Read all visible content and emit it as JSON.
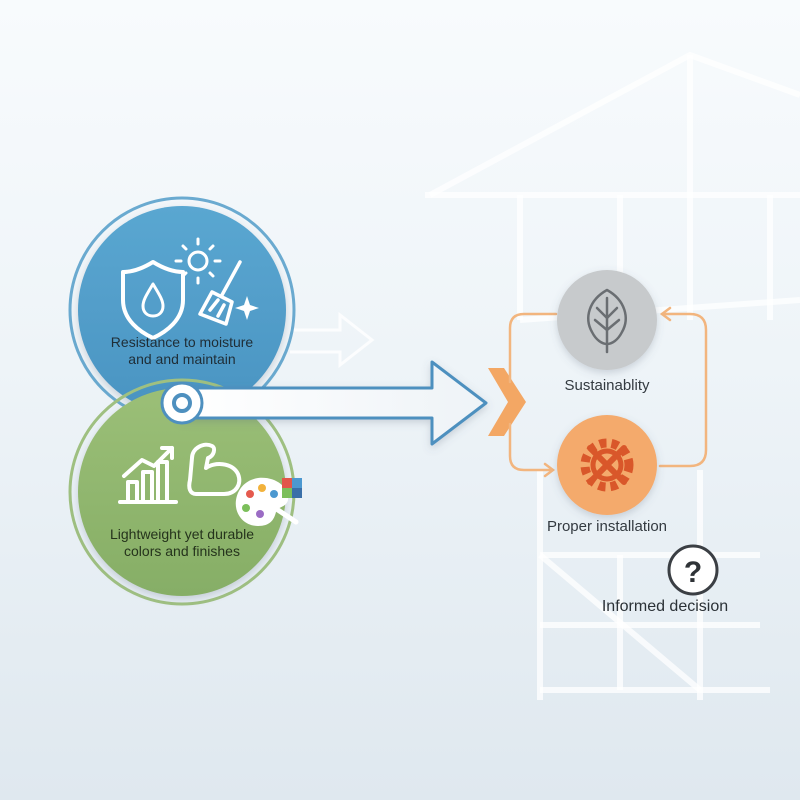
{
  "colors": {
    "blue": "#4f9cc8",
    "green": "#8fb56e",
    "gray": "#c9ccce",
    "orange": "#f4a96a",
    "connector": "#f2b57e",
    "arrow_stroke": "#4e90bf"
  },
  "left_circles": [
    {
      "label_line1": "Resistance to moisture",
      "label_line2": "and and maintain",
      "icons": [
        "shield-water-icon",
        "sun-icon",
        "broom-icon",
        "sparkle-icon"
      ]
    },
    {
      "label_line1": "Lightweight yet durable",
      "label_line2": "colors and finishes",
      "icons": [
        "growth-chart-icon",
        "flexed-arm-icon",
        "paint-palette-icon"
      ]
    }
  ],
  "right_nodes": [
    {
      "label": "Sustainablity",
      "icon": "leaf-icon"
    },
    {
      "label": "Proper installation",
      "icon": "tools-gear-icon"
    },
    {
      "label": "Informed decision",
      "icon": "question-icon"
    }
  ]
}
